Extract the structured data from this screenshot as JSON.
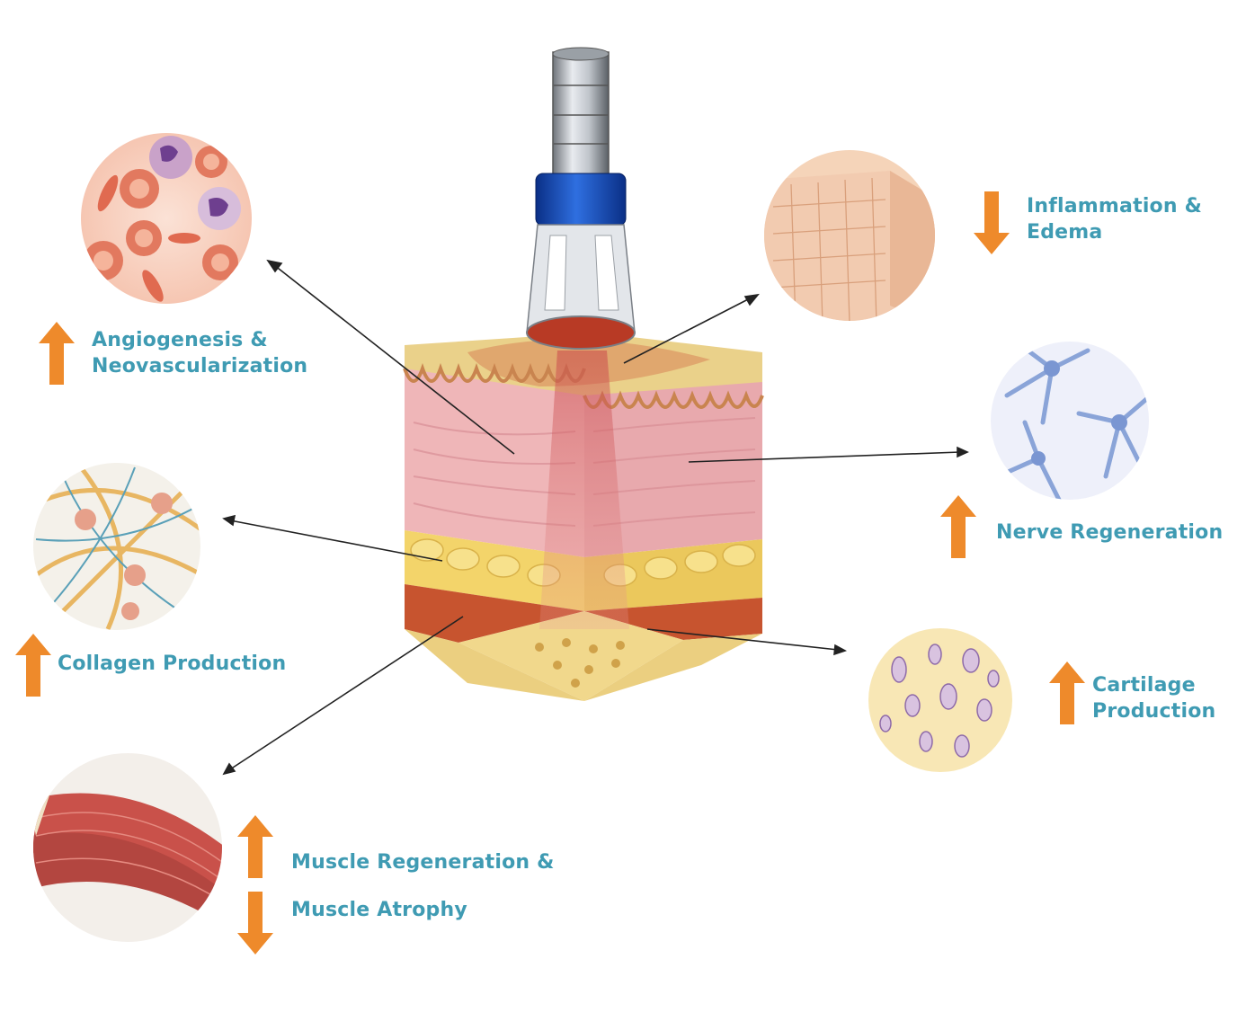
{
  "colors": {
    "label": "#3f9bb3",
    "arrow_up_down": "#ee8a2b",
    "pointer_line": "#222222"
  },
  "effects": [
    {
      "id": "angiogenesis",
      "lines": [
        "Angiogenesis &",
        "Neovascularization"
      ],
      "direction": "up",
      "icon": "blood-cells-icon"
    },
    {
      "id": "inflammation",
      "lines": [
        "Inflammation &",
        "Edema"
      ],
      "direction": "down",
      "icon": "epithelium-icon"
    },
    {
      "id": "nerve",
      "lines": [
        "Nerve Regeneration"
      ],
      "direction": "up",
      "icon": "neurons-icon"
    },
    {
      "id": "collagen",
      "lines": [
        "Collagen Production"
      ],
      "direction": "up",
      "icon": "collagen-fibers-icon"
    },
    {
      "id": "cartilage",
      "lines": [
        "Cartilage",
        "Production"
      ],
      "direction": "up",
      "icon": "chondrocytes-icon"
    },
    {
      "id": "muscle_regen",
      "lines": [
        "Muscle Regeneration &"
      ],
      "direction": "up",
      "icon": "muscle-fibers-icon"
    },
    {
      "id": "muscle_atrophy",
      "lines": [
        "Muscle Atrophy"
      ],
      "direction": "down"
    }
  ]
}
